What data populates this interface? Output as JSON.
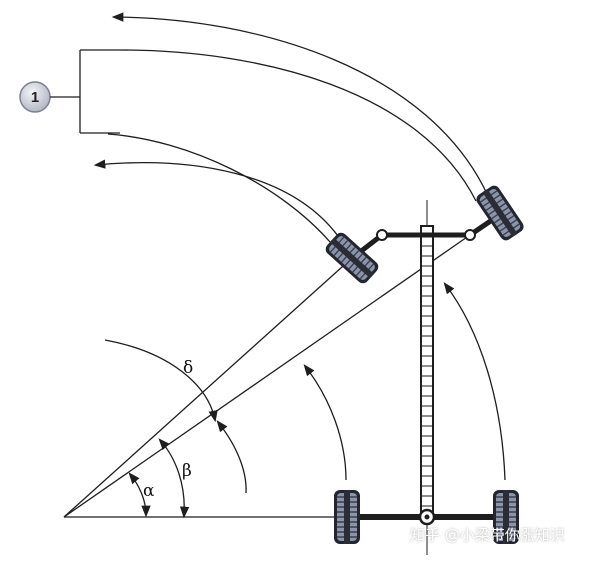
{
  "callout": {
    "number": "1"
  },
  "angles": {
    "alpha": "α",
    "beta": "β",
    "delta": "δ"
  },
  "watermark": {
    "text": "知乎 @小梁带你涨知识"
  },
  "colors": {
    "line": "#1e1e1e",
    "tire_dark": "#2a2d36",
    "tire_tread": "#8a92a8",
    "callout_fill": "#d8dbe2"
  }
}
